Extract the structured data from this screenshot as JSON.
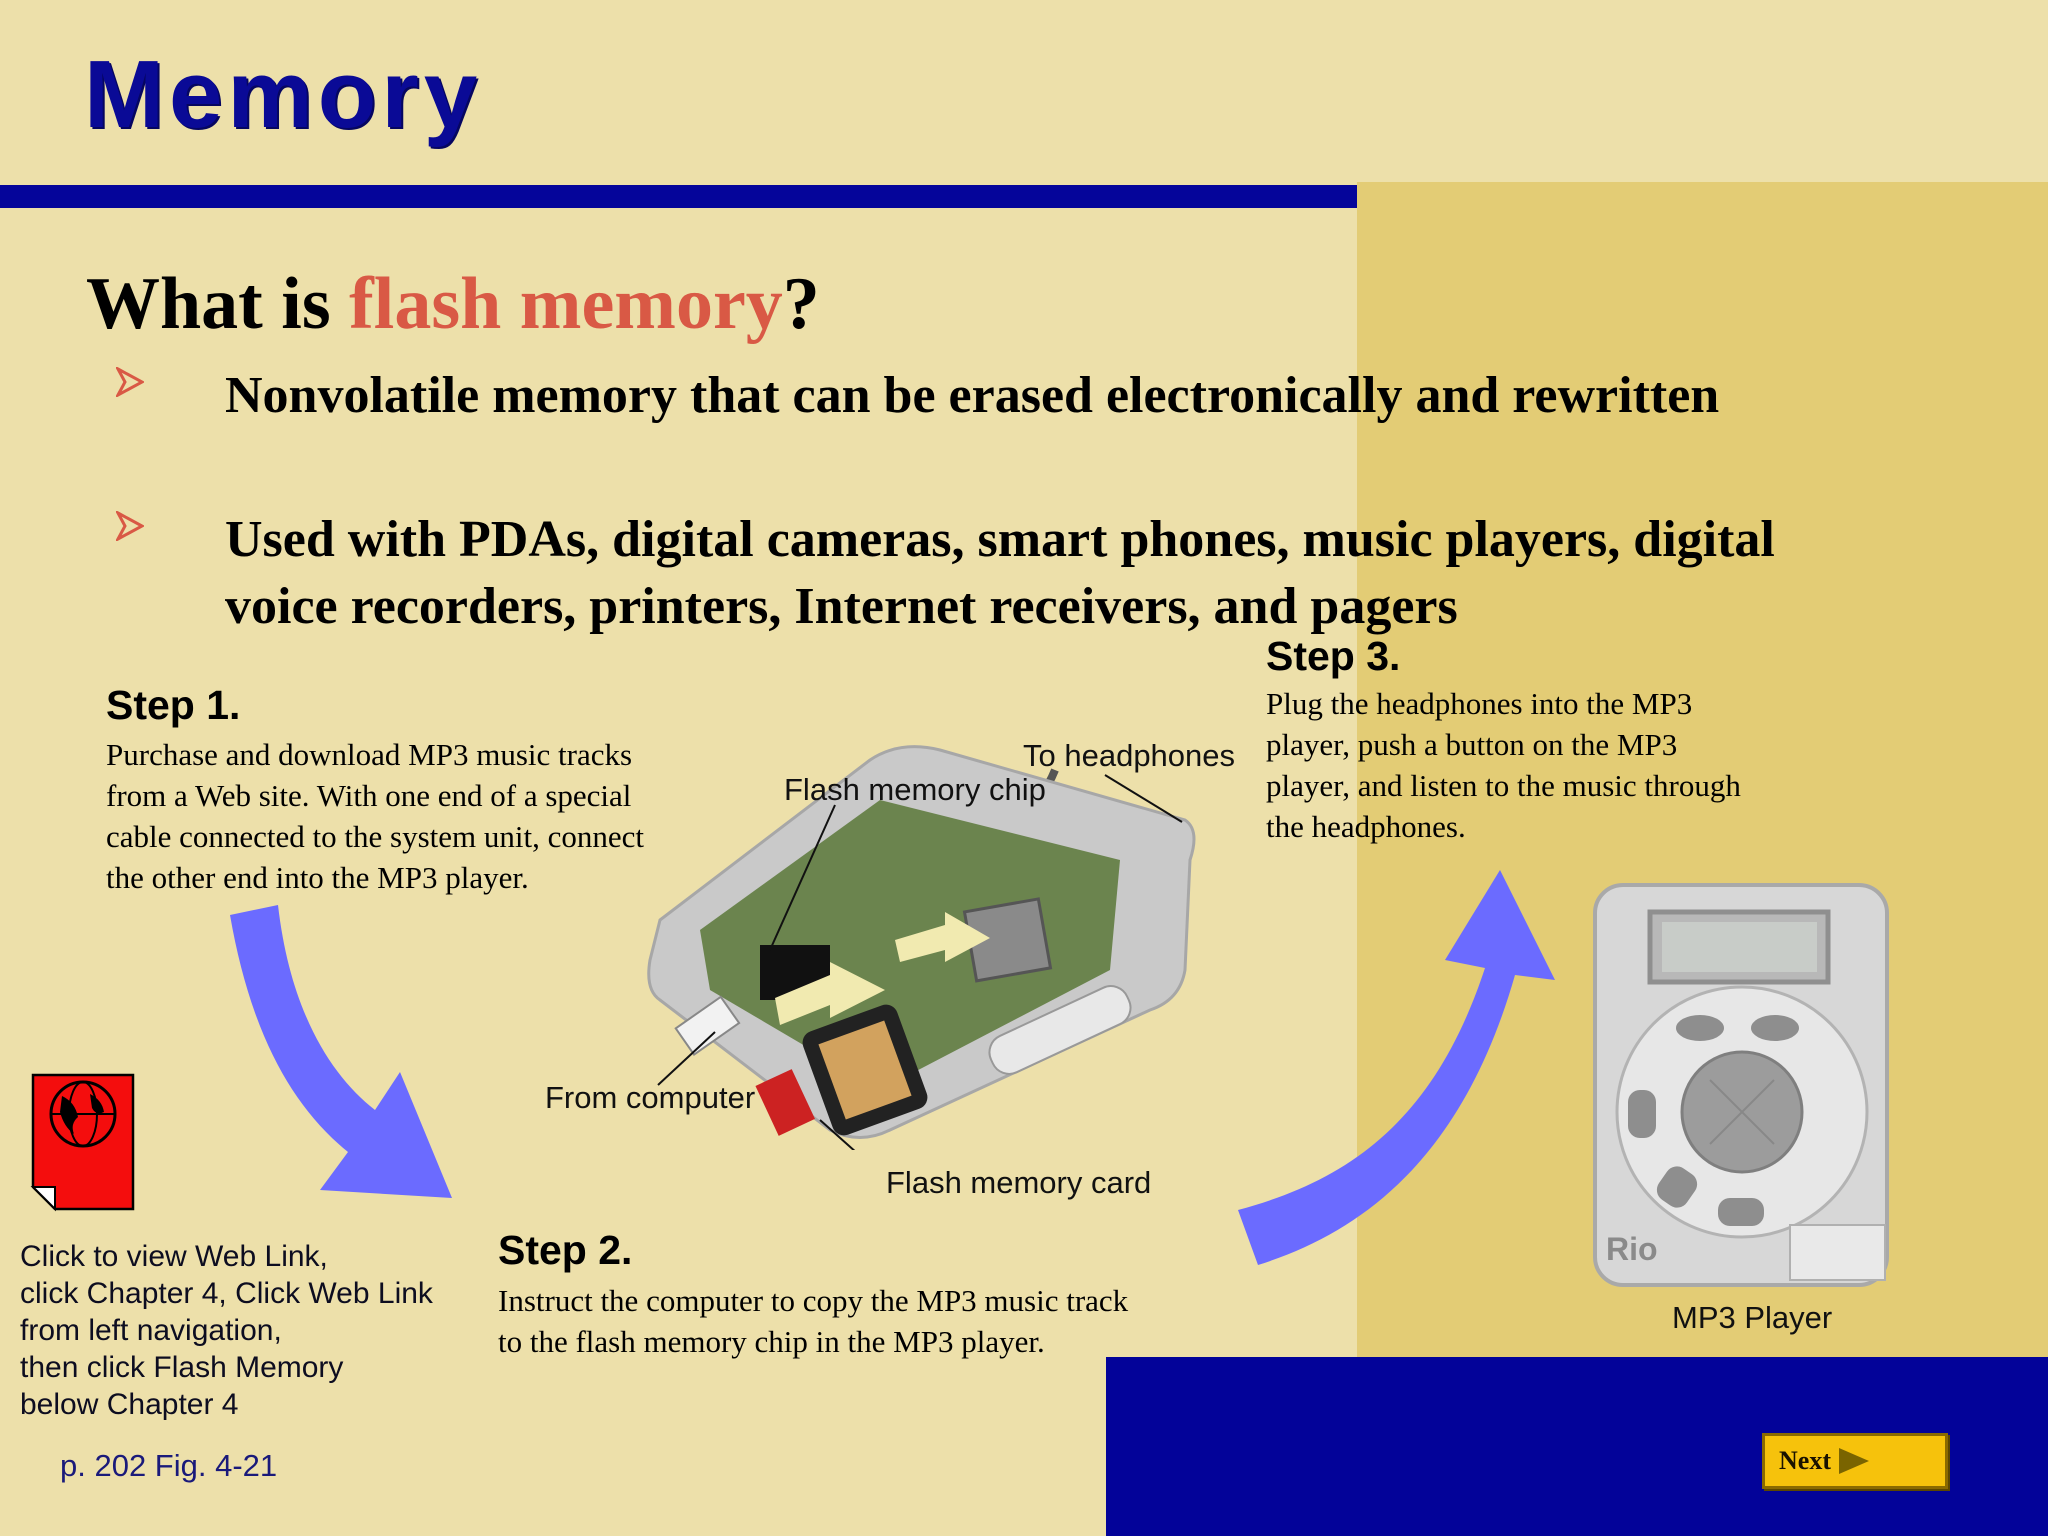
{
  "slide": {
    "title": "Memory",
    "heading_prefix": "What is ",
    "heading_highlight": "flash memory",
    "heading_suffix": "?"
  },
  "bullets": [
    {
      "lines": [
        "Nonvolatile memory that can be erased electronically and rewritten"
      ]
    },
    {
      "lines": [
        "Used with PDAs, digital cameras, smart phones, music players, digital",
        "voice recorders, printers, Internet receivers, and pagers"
      ]
    }
  ],
  "steps": {
    "step1": {
      "title": "Step 1.",
      "lines": [
        "Purchase and download MP3 music tracks",
        "from a Web site. With one end of a special",
        "cable connected to the system unit, connect",
        "the other end into the MP3 player."
      ]
    },
    "step2": {
      "title": "Step 2.",
      "lines": [
        "Instruct the computer to copy the MP3 music track",
        "to the flash memory chip in the MP3 player."
      ]
    },
    "step3": {
      "title": "Step 3.",
      "lines": [
        "Plug the headphones into the MP3",
        "player, push a button on the MP3",
        "player, and listen to the music through",
        "the headphones."
      ]
    }
  },
  "diagram_labels": {
    "to_headphones": "To headphones",
    "flash_chip": "Flash memory chip",
    "from_computer": "From computer",
    "flash_card": "Flash memory card",
    "mp3_player": "MP3 Player",
    "player_brand": "Rio"
  },
  "web_link_note": [
    "Click to view Web Link,",
    "click Chapter 4, Click Web Link",
    "from left navigation,",
    "then click Flash Memory",
    "below Chapter 4"
  ],
  "page_ref": "p. 202 Fig. 4-21",
  "nav": {
    "next_label": "Next"
  },
  "colors": {
    "title_blue": "#0a0a96",
    "highlight": "#d95945",
    "arrow_blue": "#6b6bff",
    "next_button": "#f6c20c",
    "panel_gold": "#e3cc75"
  },
  "icons": {
    "web_link": "globe-document-icon",
    "bullet": "arrowhead-bullet-icon",
    "next": "play-arrow-icon"
  }
}
